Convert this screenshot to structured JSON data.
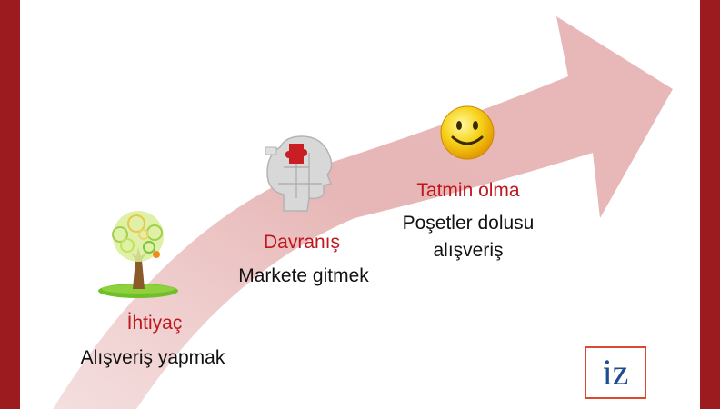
{
  "stages": [
    {
      "title": "İhtiyaç",
      "description": "Alışveriş yapmak",
      "icon": "tree-icon"
    },
    {
      "title": "Davranış",
      "description": "Markete gitmek",
      "icon": "puzzle-head-icon"
    },
    {
      "title": "Tatmin olma",
      "description_line1": "Poşetler dolusu",
      "description_line2": "alışveriş",
      "icon": "smiley-icon"
    }
  ],
  "logo_text": "iz",
  "colors": {
    "frame": "#9c1b1f",
    "arrow": "#e8b5b5",
    "title": "#c0161d",
    "text": "#111111",
    "logo_border": "#d94a2e",
    "logo_text": "#1c4d8f"
  }
}
